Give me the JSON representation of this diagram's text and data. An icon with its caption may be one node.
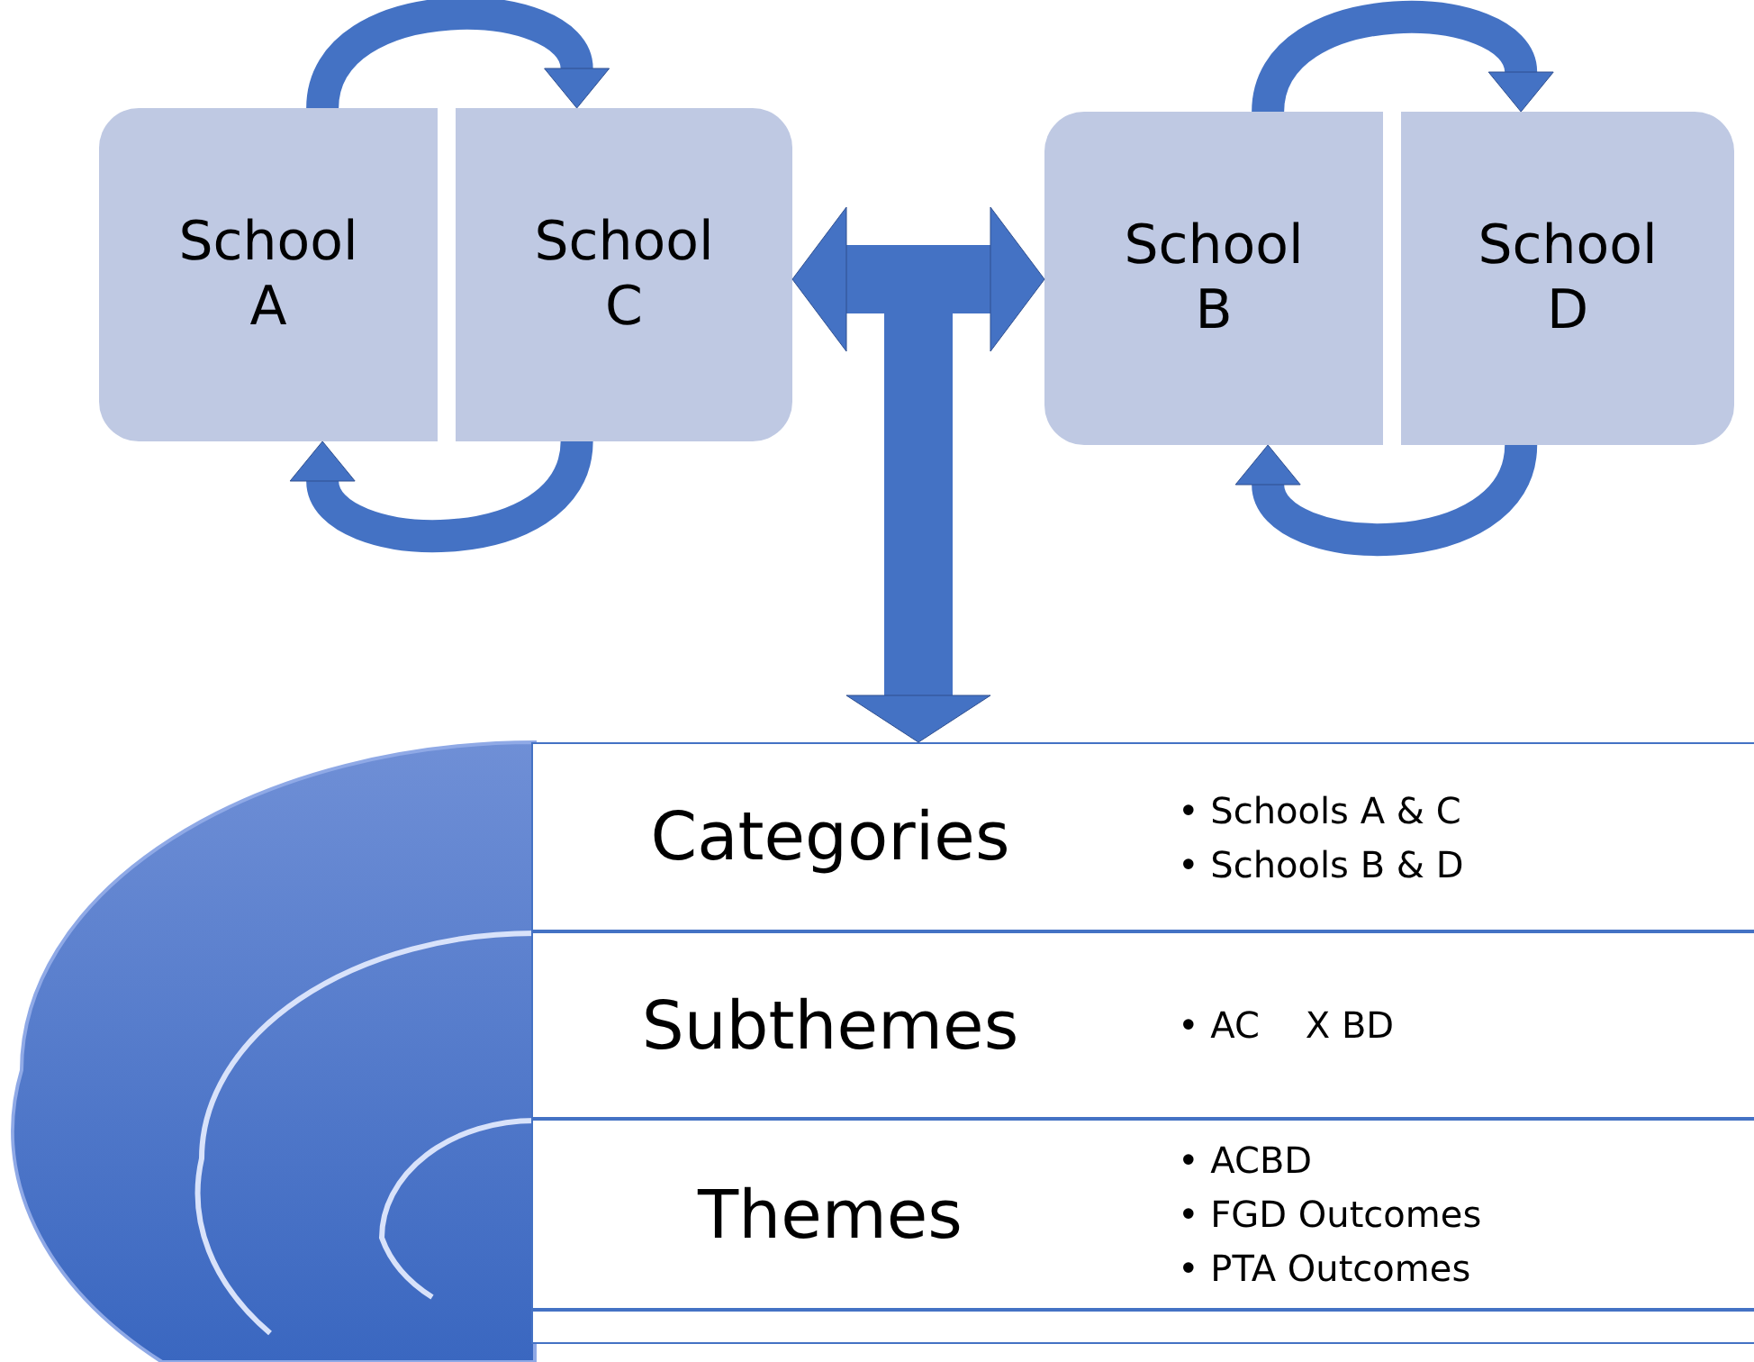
{
  "diagram": {
    "nodes": [
      {
        "text": [
          "School A"
        ]
      },
      {
        "text": [
          "School C"
        ]
      },
      {
        "text": [
          "School B"
        ]
      },
      {
        "text": [
          "School D"
        ]
      },
      {
        "text": [
          "Categories",
          "• Schools A & C",
          "• Schools B & D"
        ]
      },
      {
        "text": [
          "Subthemes",
          "• AC    X BD"
        ]
      },
      {
        "text": [
          "Themes",
          "• ACBD",
          "• FGD Outcomes",
          "• PTA Outcomes"
        ]
      },
      {
        "text": [],
        "shape": "box"
      }
    ],
    "edges": [
      {
        "from": 0,
        "to": 1,
        "arrow": "to"
      },
      {
        "from": 1,
        "to": 0,
        "arrow": "to"
      },
      {
        "from": 2,
        "to": 3,
        "arrow": "to"
      },
      {
        "from": 3,
        "to": 2,
        "arrow": "to"
      },
      {
        "from": 1,
        "to": 2,
        "arrow": "both",
        "style": "thick"
      },
      {
        "from": null,
        "to": 4,
        "arrow": "to",
        "style": "thick"
      }
    ]
  }
}
